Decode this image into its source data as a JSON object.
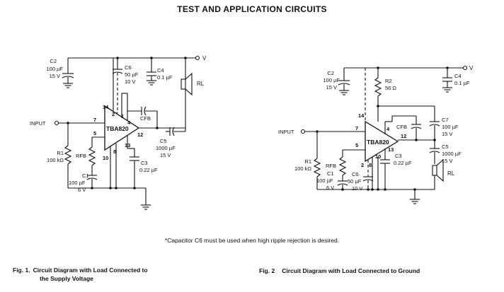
{
  "title": "TEST AND APPLICATION CIRCUITS",
  "footnote": "*Capacitor C6 must be used when high ripple rejection is desired.",
  "fig1": {
    "number": "Fig. 1.",
    "caption_line1": "Circuit Diagram with Load Connected to",
    "caption_line2": "the Supply Voltage",
    "chip": "TBA820",
    "input": "INPUT",
    "supply": "V",
    "load": "RL",
    "cfb": "CFB",
    "rfb": "RFB",
    "c2": [
      "C2",
      "100 µF",
      "15 V"
    ],
    "c6": [
      "C6·",
      "50 µF",
      "10 V"
    ],
    "c4": [
      "C4",
      "0.1 µF"
    ],
    "c5": [
      "C5",
      "1000 µF",
      "15 V"
    ],
    "c3": [
      "C3",
      "0.22 µF"
    ],
    "r1": [
      "R1",
      "100 kΩ"
    ],
    "c1": [
      "C1",
      "100 µF",
      "6 V"
    ],
    "pins": [
      "14",
      "2",
      "1",
      "4",
      "12",
      "7",
      "5",
      "10",
      "8",
      "13"
    ]
  },
  "fig2": {
    "number": "Fig. 2",
    "caption": "Circuit Diagram with Load Connected to Ground",
    "chip": "TBA820",
    "input": "INPUT",
    "supply": "V",
    "load": "RL",
    "cfb": "CFB",
    "rfb": "RFB",
    "c2": [
      "C2",
      "100 µF",
      "15 V"
    ],
    "r2": [
      "R2",
      "56 Ω"
    ],
    "c4": [
      "C4",
      "0.1 µF"
    ],
    "c7": [
      "C7",
      "100 µF",
      "15 V"
    ],
    "c5": [
      "C5",
      "1000 µF",
      "15 V"
    ],
    "c3": [
      "C3",
      "0.22 µF"
    ],
    "r1": [
      "R1",
      "100 kΩ"
    ],
    "c1": [
      "C1",
      "100 µF",
      "6 V"
    ],
    "c6": [
      "C6·",
      "50 µF",
      "10 V"
    ],
    "pins": [
      "14",
      "7",
      "4",
      "12",
      "5",
      "10",
      "13",
      "2",
      "8"
    ]
  }
}
